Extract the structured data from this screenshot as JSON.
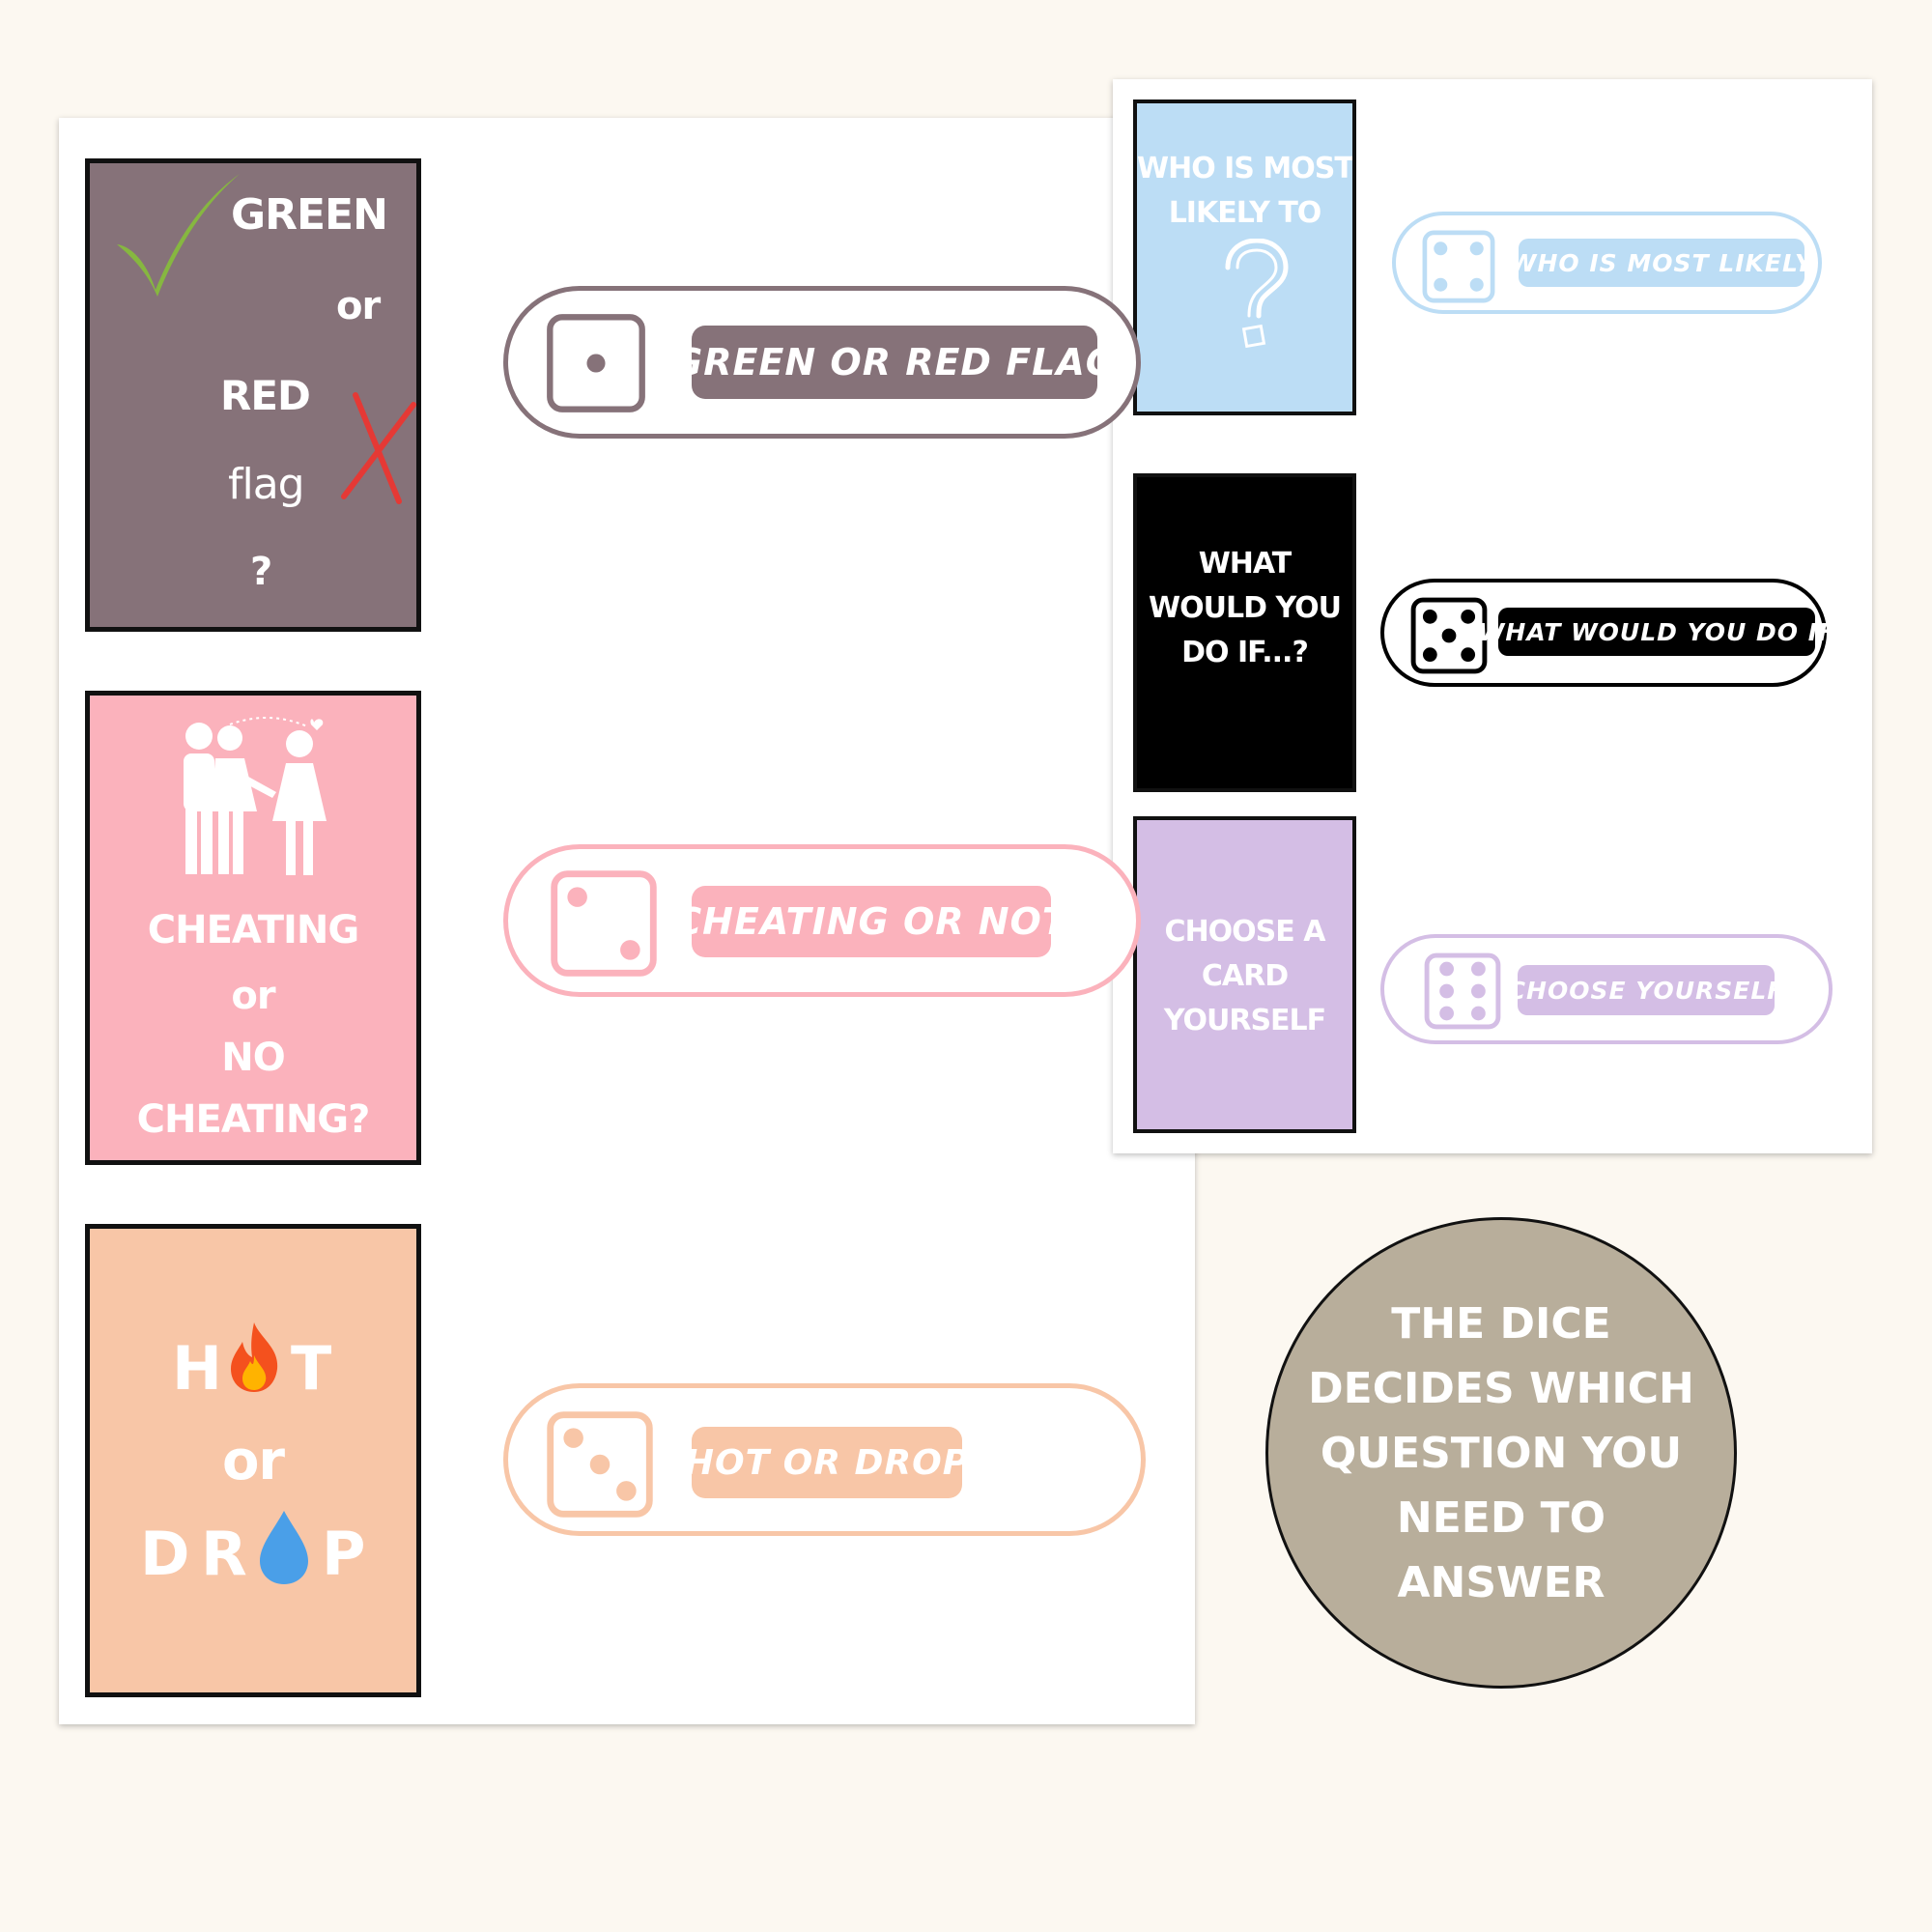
{
  "cards": {
    "flag": {
      "word1": "GREEN",
      "word2": "or",
      "word3": "RED",
      "word4": "flag",
      "word5": "?",
      "color": "#867279"
    },
    "cheating": {
      "line1": "CHEATING",
      "line2": "or",
      "line3": "NO",
      "line4": "CHEATING?",
      "color": "#fbb2bc"
    },
    "hot": {
      "h": "H",
      "t": "T",
      "or": "or",
      "d": "D",
      "r": "R",
      "p": "P",
      "color": "#f8c6a7"
    },
    "likely": {
      "line1": "WHO IS MOST",
      "line2": "LIKELY TO",
      "color": "#bcddf5"
    },
    "whatif": {
      "line1": "WHAT",
      "line2": "WOULD YOU",
      "line3": "DO IF...?",
      "color": "#000000"
    },
    "choose": {
      "line1": "CHOOSE A",
      "line2": "CARD",
      "line3": "YOURSELF",
      "color": "#d4bee5"
    }
  },
  "dice_rows": [
    {
      "die_face": 1,
      "label": "GREEN OR RED FLAG",
      "color": "#867279"
    },
    {
      "die_face": 2,
      "label": "CHEATING OR NOT",
      "color": "#fbb2bc"
    },
    {
      "die_face": 3,
      "label": "HOT OR DROP",
      "color": "#f8c6a7"
    },
    {
      "die_face": 4,
      "label": "WHO IS MOST LIKELY",
      "color": "#bcddf5"
    },
    {
      "die_face": 5,
      "label": "WHAT WOULD YOU DO IF",
      "color": "#000000"
    },
    {
      "die_face": 6,
      "label": "CHOOSE YOURSELF",
      "color": "#d4bee5"
    }
  ],
  "badge": {
    "text": "THE DICE\nDECIDES WHICH\nQUESTION YOU\nNEED TO\nANSWER",
    "color": "#b8ae9b"
  }
}
